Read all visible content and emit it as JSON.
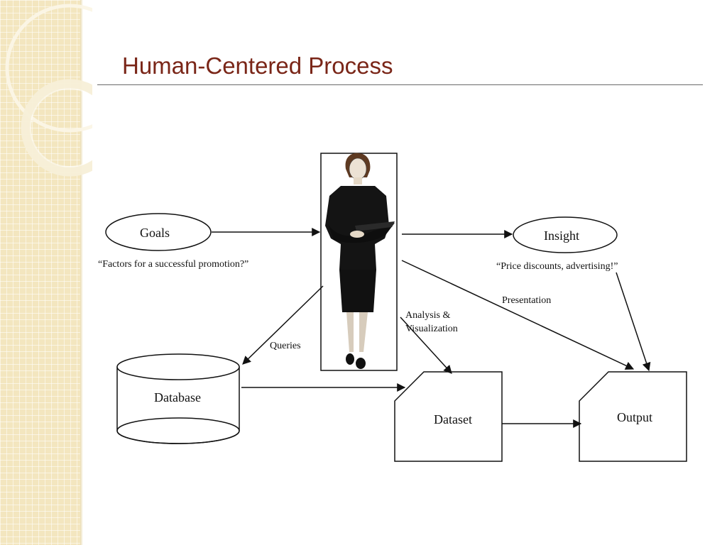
{
  "slide": {
    "title": "Human-Centered Process"
  },
  "diagram": {
    "nodes": {
      "goals": "Goals",
      "insight": "Insight",
      "database": "Database",
      "dataset": "Dataset",
      "output": "Output"
    },
    "annotations": {
      "goals_question": "“Factors for a successful promotion?”",
      "insight_answer": "“Price discounts, advertising!”",
      "presentation": "Presentation",
      "analysis_line1": "Analysis &",
      "analysis_line2": "Visualization",
      "queries": "Queries"
    },
    "figure": "businesswoman-figure"
  },
  "colors": {
    "title": "#7a2618",
    "sidebar": "#f3e6bf",
    "rule": "#6b6b6b",
    "ink": "#111111"
  }
}
